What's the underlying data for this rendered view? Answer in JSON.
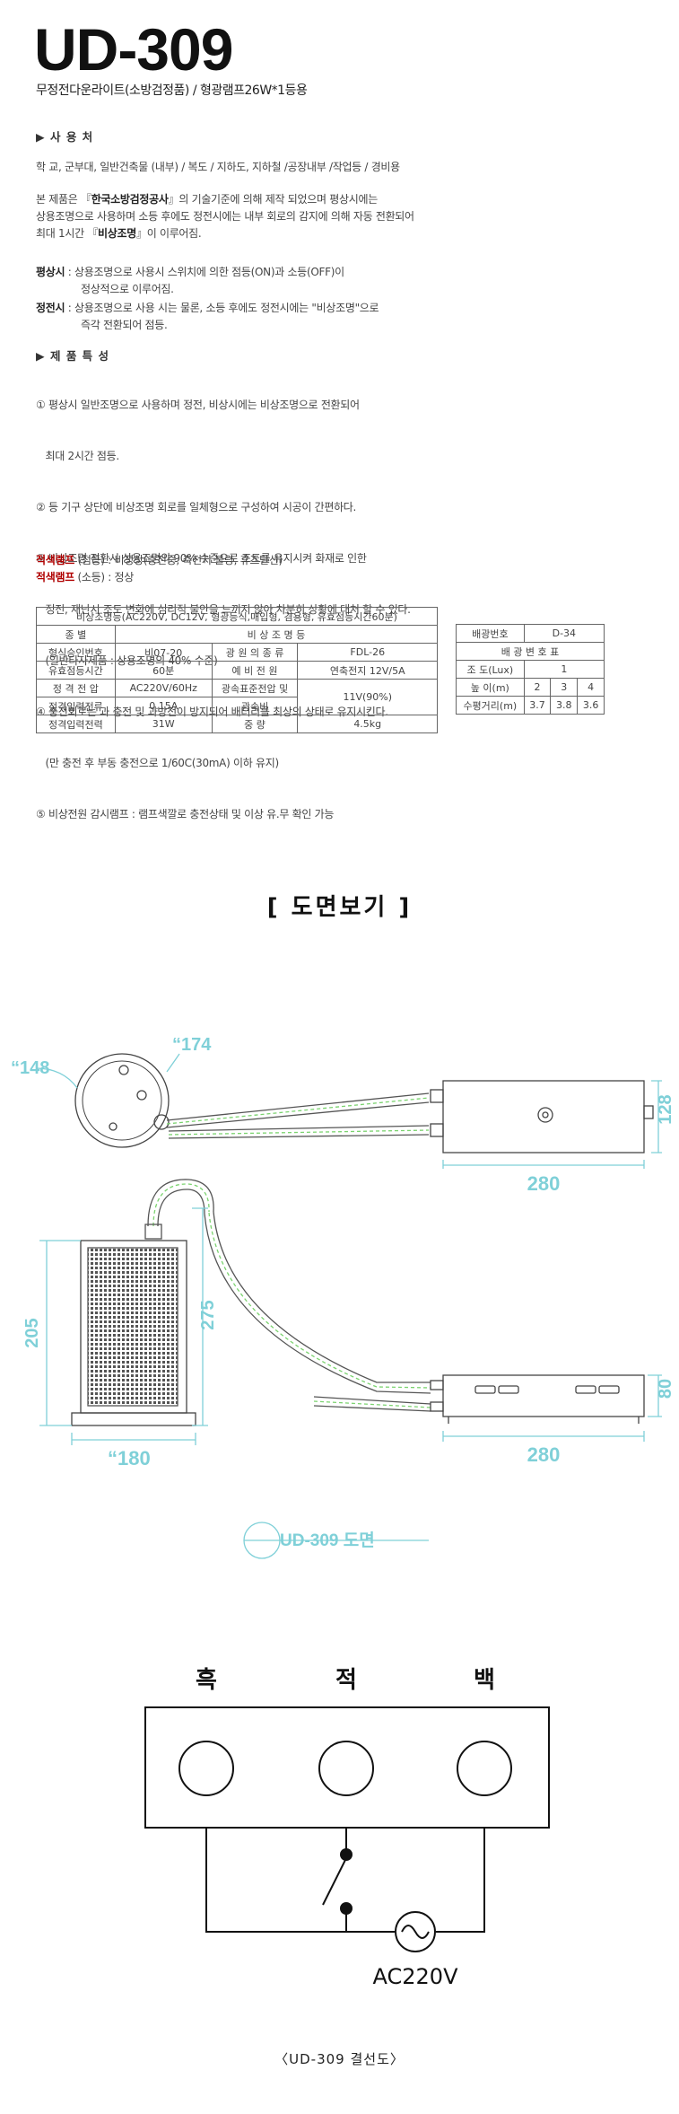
{
  "header": {
    "model": "UD-309",
    "subtitle": "무정전다운라이트(소방검정품) / 형광램프26W*1등용"
  },
  "usage": {
    "heading": "▶ 사 용 처",
    "text": "학 교, 군부대, 일반건축물 (내부) / 복도 / 지하도, 지하철 /공장내부 /작업등 / 경비용"
  },
  "intro": {
    "l1_a": "본 제품은 『",
    "l1_bold": "한국소방검정공사",
    "l1_b": "』의 기술기준에 의해 제작 되었으며 평상시에는",
    "l2": "상용조명으로 사용하며 소등 후에도 정전시에는 내부 회로의 감지에 의해 자동 전환되어",
    "l3_a": "최대 1시간 『",
    "l3_bold": "비상조명",
    "l3_b": "』이 이루어짐."
  },
  "modes": {
    "normal_label": "평상시",
    "normal_l1": ": 상용조명으로 사용시 스위치에 의한 점등(ON)과 소등(OFF)이",
    "normal_l2": "정상적으로 이루어짐.",
    "outage_label": "정전시",
    "outage_l1": ": 상용조명으로 사용 시는 물론, 소등 후에도 정전시에는 \"비상조명\"으로",
    "outage_l2": "즉각 전환되어 점등."
  },
  "features": {
    "heading": "▶ 제 품 특 성",
    "lines": [
      "① 평상시 일반조명으로 사용하며 정전, 비상시에는 비상조명으로 전환되어",
      "   최대 2시간 점등.",
      "② 등 기구 상단에 비상조명 회로를 일체형으로 구성하여 시공이 간편하다.",
      "③ 비상조명 전환시 상용조명의 90% 수준으로 조도를 유지시켜 화재로 인한",
      "   정전, 재난시 조도 변화에 심리적 불안을 느끼지 않아 차분히 상황에 대처 할 수 있다.",
      "   (일반타사제품 : 상용조명의 40% 수준)",
      "④ 충전회로는 과 충전 및 과방전이 방지되어 배터리를 최상의 상태로 유지시킨다.",
      "   (만 충전 후 부동 충전으로 1/60C(30mA) 이하 유지)",
      "⑤ 비상전원 감시램프 : 램프색깔로 충전상태 및 이상 유.무 확인 가능"
    ]
  },
  "lamps": {
    "red_label": "적색램프",
    "red_state": " (점등)",
    "red_desc": " : 비정상(충전중, 축전지 불량, 휴즈단선)",
    "green_label": "적색램프",
    "green_state": " (소등)",
    "green_desc": " : 정상"
  },
  "spec_table": {
    "title": "비상조명등(AC220V, DC12V, 형광등식,매입형, 겸용형, 유효점등시간60분)",
    "r1": [
      "종 별",
      "비 상 조 명 등"
    ],
    "r2": [
      "형식승인번호",
      "비07-20",
      "광 원 의 종 류",
      "FDL-26"
    ],
    "r3": [
      "유효점등시간",
      "60분",
      "예 비 전 원",
      "연축전지 12V/5A"
    ],
    "r4": [
      "정 격 전 압",
      "AC220V/60Hz",
      "광속표준전압 및",
      "11V(90%)"
    ],
    "r5": [
      "정격입력전류",
      "0.15A",
      "광속비"
    ],
    "r6": [
      "정격입력전력",
      "31W",
      "중 량",
      "4.5kg"
    ]
  },
  "lux_table": {
    "r1": [
      "배광번호",
      "D-34"
    ],
    "r2": "배 광 변 호 표",
    "r3": [
      "조 도(Lux)",
      "1"
    ],
    "r4": [
      "높 이(m)",
      "2",
      "3",
      "4"
    ],
    "r5": [
      "수평거리(m)",
      "3.7",
      "3.8",
      "3.6"
    ]
  },
  "drawing": {
    "heading": "[ 도면보기 ]",
    "dims": {
      "d148": "148",
      "d174": "174",
      "w280a": "280",
      "h128": "128",
      "h205": "205",
      "h275": "275",
      "d180": "180",
      "w280b": "280",
      "h80": "80"
    },
    "drawing_label": "UD-309 도면"
  },
  "wiring": {
    "labels": [
      "흑",
      "적",
      "백"
    ],
    "source": "AC220V",
    "caption": "〈UD-309 결선도〉"
  },
  "colors": {
    "dim": "#7fd0d8",
    "red_text": "#b00000"
  }
}
